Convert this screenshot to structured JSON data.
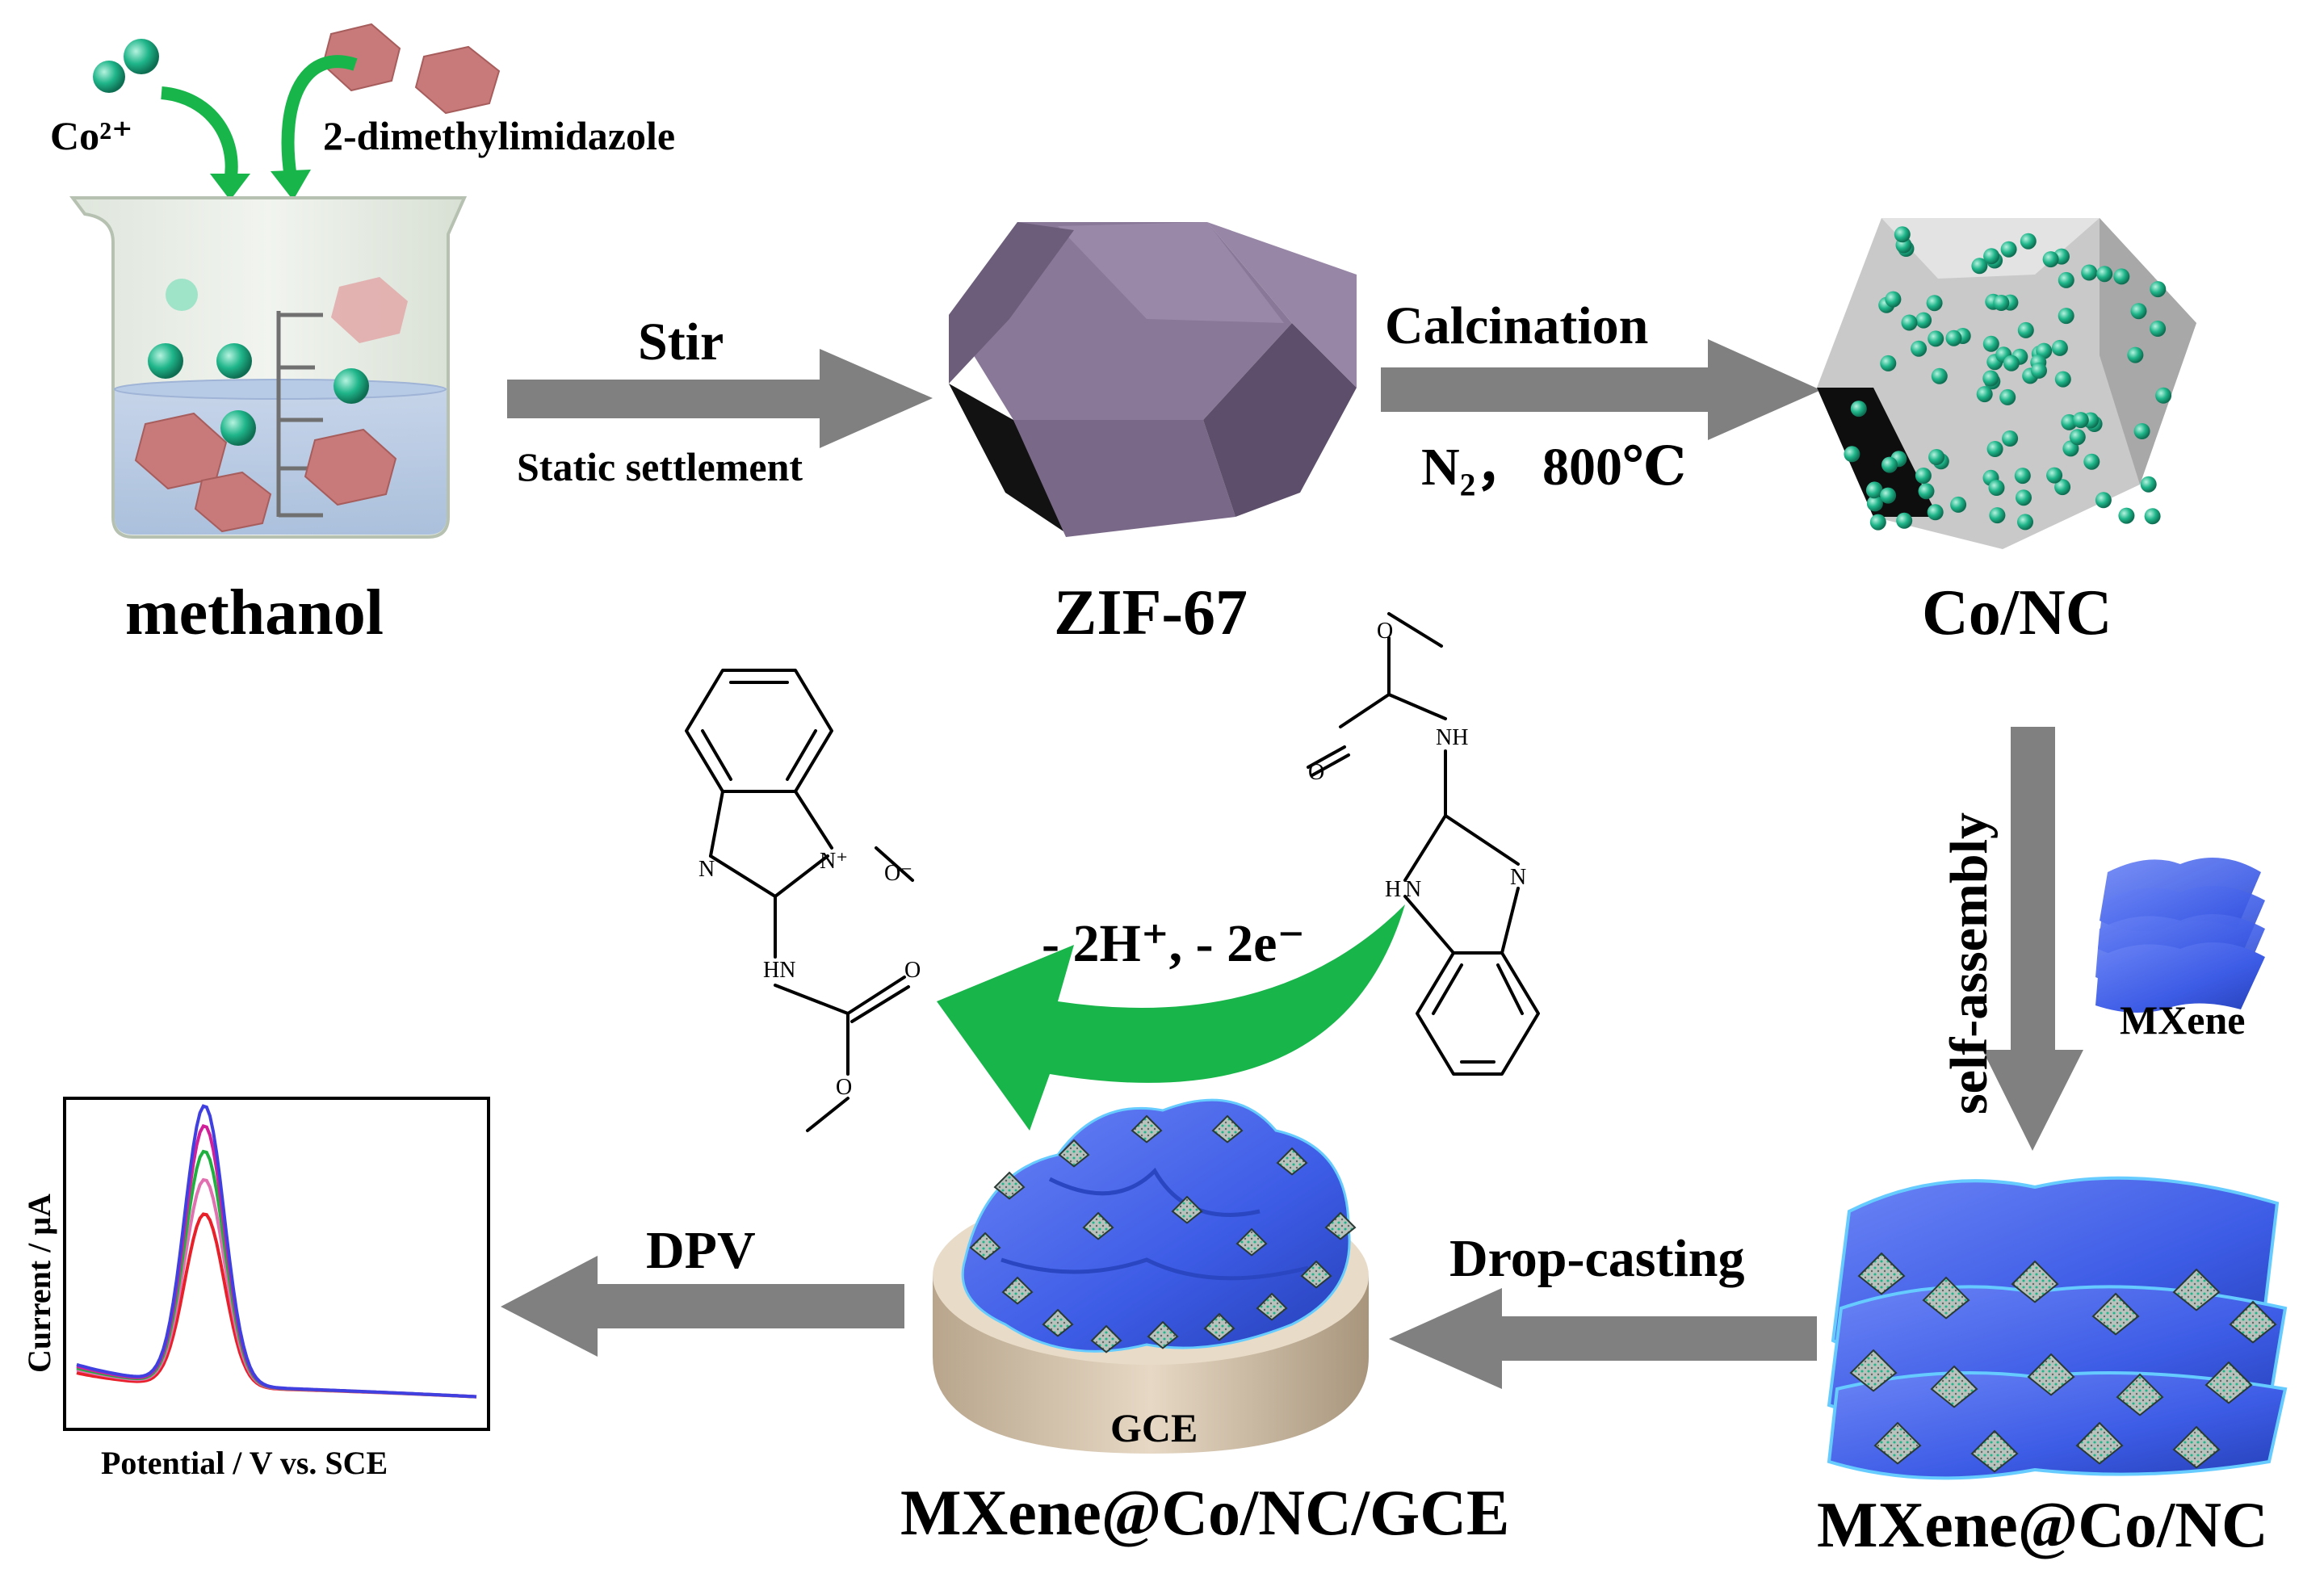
{
  "labels": {
    "co2": "Co²⁺",
    "ligand": "2-dimethylimidazole",
    "methanol": "methanol",
    "stir": "Stir",
    "static": "Static settlement",
    "zif": "ZIF-67",
    "calcination": "Calcination",
    "n2": "N₂， 800℃",
    "conc": "Co/NC",
    "self_assembly": "self-assembly",
    "mxene": "MXene",
    "mxene_conc": "MXene@Co/NC",
    "drop_casting": "Drop-casting",
    "gce": "GCE",
    "electrode": "MXene@Co/NC/GCE",
    "dpv": "DPV",
    "reaction": "- 2H⁺, - 2e⁻",
    "chart_ylabel": "Current / μA",
    "chart_xlabel": "Potential / V vs. SCE"
  },
  "chem_atoms": {
    "n": "N",
    "nh": "NH",
    "hn": "HN",
    "h": "H",
    "o": "O",
    "nplus": "N⁺",
    "ominus": "O⁻"
  },
  "colors": {
    "arrow_gray": "#808080",
    "green_arrow": "#18b54a",
    "cobalt_sphere": "#1fb58a",
    "ligand_hex": "#c87a7a",
    "zif_purple": "#8a7898",
    "mxene_blue": "#3d5ce6",
    "electrode_base": "#e0cfb8"
  },
  "chart_data": {
    "type": "line",
    "title": "",
    "xlabel": "Potential / V vs. SCE",
    "ylabel": "Current / μA",
    "x_ticks": false,
    "y_ticks": false,
    "series": [
      {
        "color": "#e8202a",
        "peak": 0.62,
        "base": 0.15
      },
      {
        "color": "#e070b0",
        "peak": 0.74,
        "base": 0.17
      },
      {
        "color": "#20b040",
        "peak": 0.84,
        "base": 0.18
      },
      {
        "color": "#d0209a",
        "peak": 0.93,
        "base": 0.19
      },
      {
        "color": "#4040e0",
        "peak": 1.0,
        "base": 0.2
      }
    ]
  }
}
